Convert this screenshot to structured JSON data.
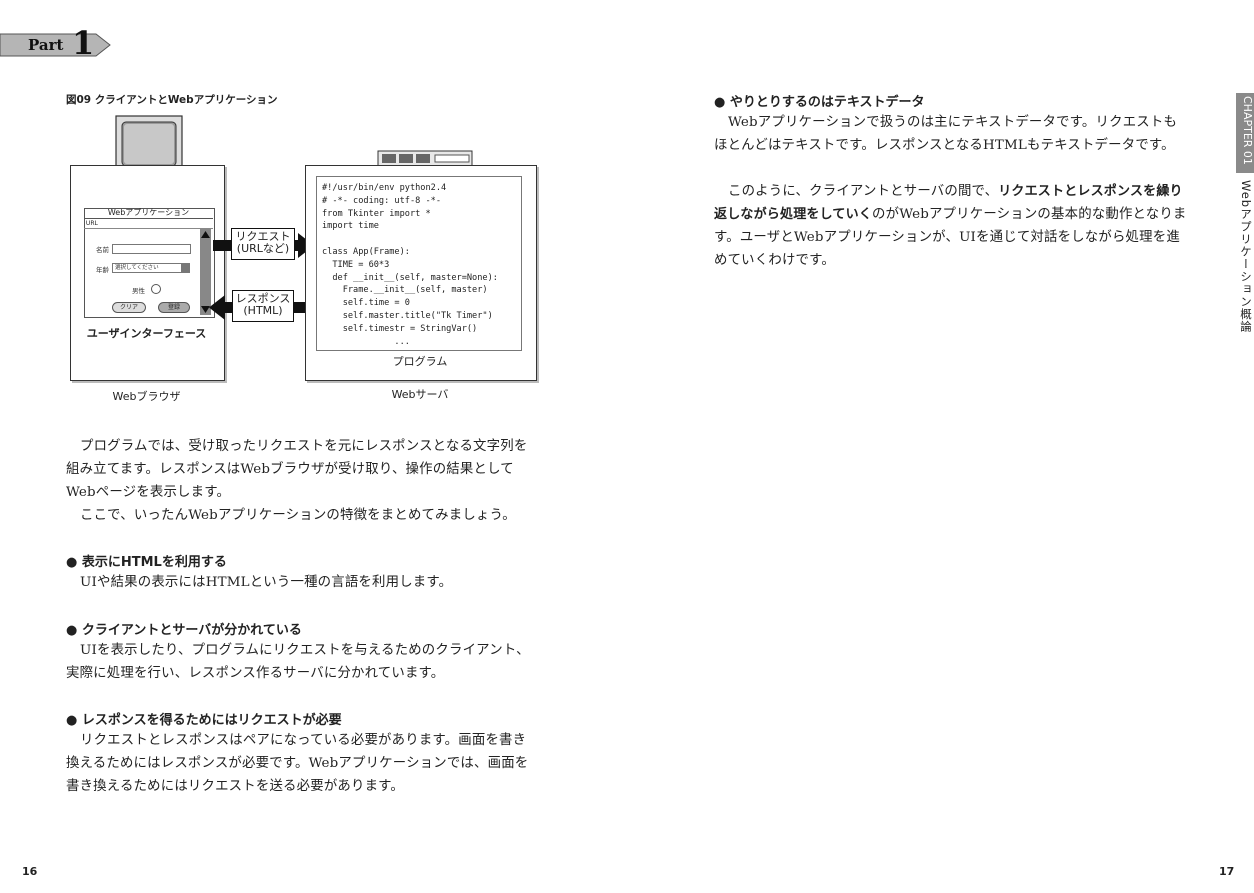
{
  "header": {
    "part_label": "Part",
    "part_number": "1"
  },
  "figure": {
    "caption": "図09 クライアントとWebアプリケーション",
    "app_title": "Webアプリケーション",
    "url_label": "URL",
    "name_label": "名前",
    "age_label": "年齢",
    "age_select": "選択してください",
    "gender_label": "男性",
    "clear_button": "クリア",
    "submit_button": "登録",
    "ui_label": "ユーザインターフェース",
    "browser_label": "Webブラウザ",
    "request_label_1": "リクエスト",
    "request_label_2": "(URLなど)",
    "response_label_1": "レスポンス",
    "response_label_2": "(HTML)",
    "code": "#!/usr/bin/env python2.4\n# -*- coding: utf-8 -*-\nfrom Tkinter import *\nimport time\n\nclass App(Frame):\n  TIME = 60*3\n  def __init__(self, master=None):\n    Frame.__init__(self, master)\n    self.time = 0\n    self.master.title(\"Tk Timer\")\n    self.timestr = StringVar()\n              ...",
    "program_label": "プログラム",
    "server_label": "Webサーバ"
  },
  "left": {
    "p1_line1": "プログラムでは、受け取ったリクエストを元にレスポンスとなる文字列を",
    "p1_line2": "組み立てます。レスポンスはWebブラウザが受け取り、操作の結果として",
    "p1_line3": "Webページを表示します。",
    "p2_line1": "ここで、いったんWebアプリケーションの特徴をまとめてみましょう。",
    "h1": "● 表示にHTMLを利用する",
    "h1_body": "UIや結果の表示にはHTMLという一種の言語を利用します。",
    "h2": "● クライアントとサーバが分かれている",
    "h2_line1": "UIを表示したり、プログラムにリクエストを与えるためのクライアント、",
    "h2_line2": "実際に処理を行い、レスポンス作るサーバに分かれています。",
    "h3": "● レスポンスを得るためにはリクエストが必要",
    "h3_line1": "リクエストとレスポンスはペアになっている必要があります。画面を書き",
    "h3_line2": "換えるためにはレスポンスが必要です。Webアプリケーションでは、画面を",
    "h3_line3": "書き換えるためにはリクエストを送る必要があります。",
    "page_number": "16"
  },
  "right": {
    "h4": "● やりとりするのはテキストデータ",
    "h4_line1": "Webアプリケーションで扱うのは主にテキストデータです。リクエストも",
    "h4_line2": "ほとんどはテキストです。レスポンスとなるHTMLもテキストデータです。",
    "p3_line1a": "このように、クライアントとサーバの間で、",
    "p3_line1b": "リクエストとレスポンスを繰り",
    "p3_line2a": "返しながら処理をしていく",
    "p3_line2b": "のがWebアプリケーションの基本的な動作となりま",
    "p3_line3": "す。ユーザとWebアプリケーションが、UIを通じて対話をしながら処理を進",
    "p3_line4": "めていくわけです。",
    "chapter_tab": "CHAPTER 01",
    "chapter_title": "Webアプリケーション概論",
    "page_number": "17"
  }
}
